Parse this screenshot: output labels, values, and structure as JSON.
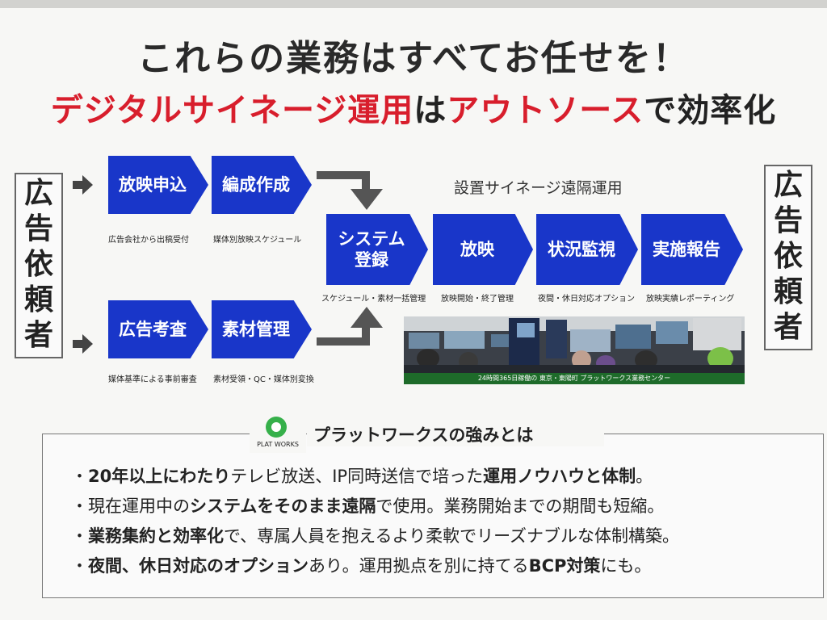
{
  "title": "これらの業務はすべてお任せを！",
  "subtitle": {
    "part1": "デジタルサイネージ運用",
    "part2": "は",
    "part3": "アウトソース",
    "part4": "で効率化"
  },
  "left_box": [
    "広",
    "告",
    "依",
    "頼",
    "者"
  ],
  "right_box": [
    "広",
    "告",
    "依",
    "頼",
    "者"
  ],
  "signage_caption": "設置サイネージ遠隔運用",
  "steps": {
    "apply": {
      "label": "放映申込",
      "caption": "広告会社から出稿受付"
    },
    "schedule": {
      "label": "編成作成",
      "caption": "媒体別放映スケジュール"
    },
    "review": {
      "label": "広告考査",
      "caption": "媒体基準による事前審査"
    },
    "material": {
      "label": "素材管理",
      "caption": "素材受領・QC・媒体別変換"
    },
    "system": {
      "label1": "システム",
      "label2": "登録",
      "caption": "スケジュール・素材一括管理"
    },
    "broadcast": {
      "label": "放映",
      "caption": "放映開始・終了管理"
    },
    "monitor": {
      "label": "状況監視",
      "caption": "夜間・休日対応オプション"
    },
    "report": {
      "label": "実施報告",
      "caption": "放映実績レポーティング"
    }
  },
  "photo_caption": "24時間365日稼働の 東京・東陽町 プラットワークス業務センター",
  "logo_text": "PLAT WORKS",
  "strengths_title": "プラットワークスの強みとは",
  "bullets": [
    {
      "a": "・",
      "b": "20年以上にわたり",
      "c": "テレビ放送、IP同時送信で培った",
      "d": "運用ノウハウと体制",
      "e": "。"
    },
    {
      "a": "・現在運用中の",
      "b": "システムをそのまま遠隔",
      "c": "で使用。業務開始までの期間も短縮。"
    },
    {
      "a": "・",
      "b": "業務集約と効率化",
      "c": "で、専属人員を抱えるより柔軟でリーズナブルな体制構築。"
    },
    {
      "a": "・",
      "b": "夜間、休日対応のオプション",
      "c": "あり。運用拠点を別に持てる",
      "d": "BCP対策",
      "e": "にも。"
    }
  ],
  "colors": {
    "chevron": "#1936c9",
    "accent_red": "#d81e2c",
    "logo_green": "#36b04a",
    "band_green": "#1e6b2a"
  }
}
